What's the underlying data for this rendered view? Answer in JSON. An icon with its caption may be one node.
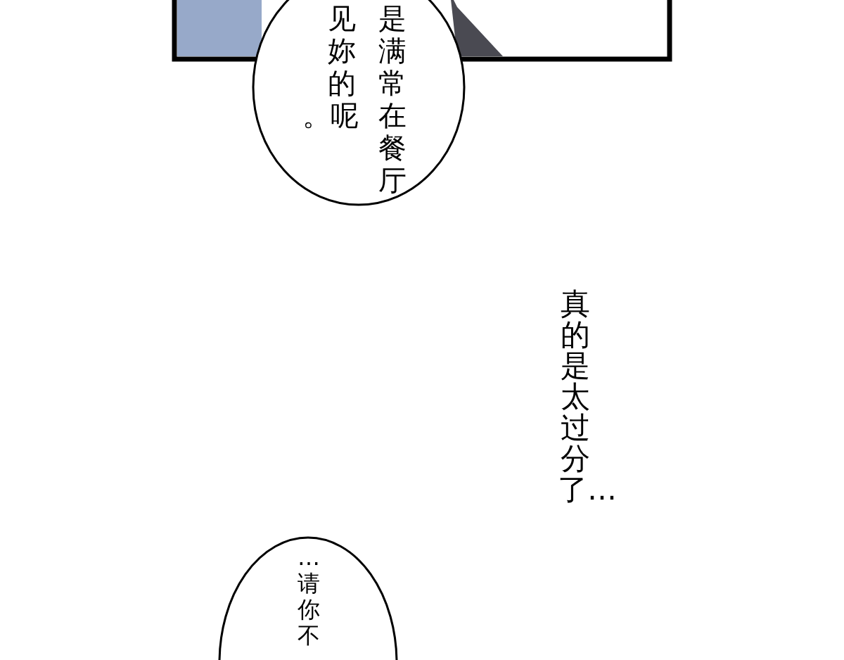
{
  "diagram": {
    "nodes": [
      {
        "text": [
          "是满常在餐厅见妳的呢。"
        ]
      },
      {
        "text": [
          "…请你不"
        ]
      }
    ],
    "labels": [
      "真的是太过分了…"
    ]
  }
}
